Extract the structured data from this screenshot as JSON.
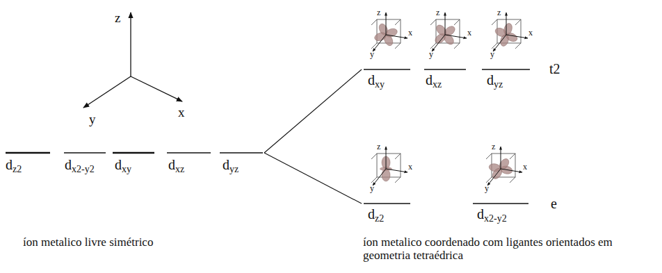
{
  "diagram": {
    "labels": [
      "z",
      "y",
      "x",
      "d",
      "z2",
      "d",
      "x2-y2",
      "d",
      "xy",
      "d",
      "xz",
      "d",
      "yz",
      "z",
      "y",
      "x",
      "d",
      "xy",
      "z",
      "y",
      "x",
      "d",
      "xz",
      "z",
      "y",
      "x",
      "d",
      "yz",
      "t2",
      "z",
      "y",
      "x",
      "d",
      "z2",
      "z",
      "y",
      "x",
      "d",
      "x2-y2",
      "e",
      "íon metalico livre simétrico",
      "íon metalico coordenado com ligantes orientados em geometria tetraédrica"
    ]
  }
}
